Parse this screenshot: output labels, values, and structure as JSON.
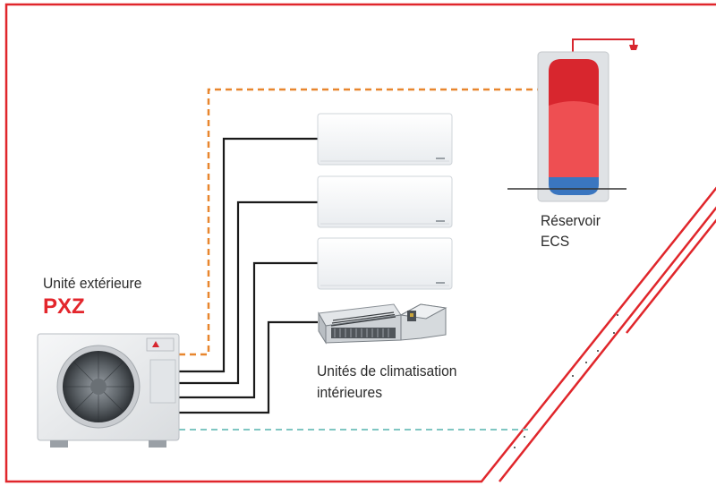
{
  "labels": {
    "outdoor_unit": "Unité extérieure",
    "outdoor_model": "PXZ",
    "indoor_line1": "Unités de climatisation",
    "indoor_line2": "intérieures",
    "tank_line1": "Réservoir",
    "tank_line2": "ECS"
  },
  "colors": {
    "frame": "#e0262b",
    "accent": "#e3262c",
    "pipe_orange": "#e8862e",
    "pipe_teal": "#7fc6c2",
    "wire": "#1a1a1a",
    "tank_hot": "#d8262e",
    "tank_warm": "#ee4f52",
    "tank_cold": "#3a76c0",
    "text": "#2b2b2b"
  },
  "icons": [
    "outdoor-unit-icon",
    "wall-unit-icon",
    "ducted-unit-icon",
    "water-tank-icon"
  ]
}
